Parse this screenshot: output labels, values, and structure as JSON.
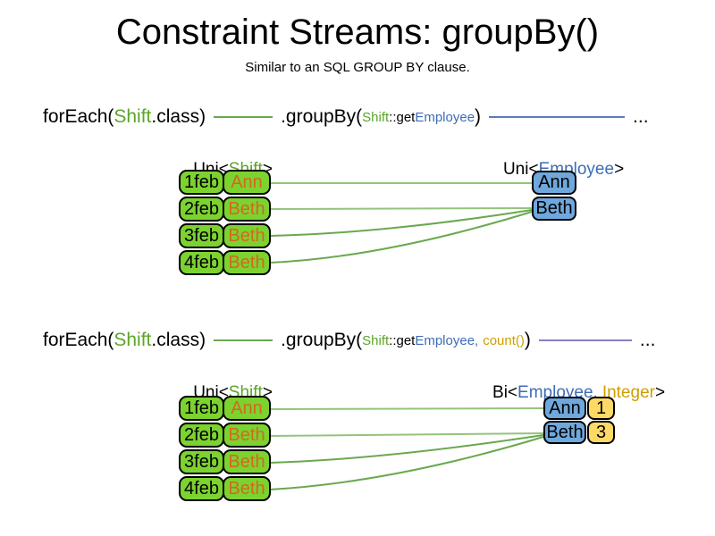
{
  "title": "Constraint Streams: groupBy()",
  "subtitle": "Similar to an SQL GROUP BY clause.",
  "colors": {
    "green_text": "#5ca529",
    "blue_text": "#3d6db5",
    "gold_text": "#cf9e00",
    "orange_text": "#d2691e",
    "green_fill": "#7cd22f",
    "blue_fill": "#6fa8dc",
    "yellow_fill": "#ffd966",
    "line_light_green": "#93c47d",
    "line_green": "#6aa84f",
    "line_blue": "#5c7db8",
    "line_purple": "#8e7cc3"
  },
  "s1": {
    "code": {
      "t1": "forEach(",
      "t2": "Shift",
      "t3": ".class)",
      "t4": ".groupBy(",
      "t5": "Shift",
      "t6": "::get",
      "t7": "Employee",
      "t8": ")",
      "t9": "..."
    },
    "left_label": {
      "pre": "Uni<",
      "type": "Shift",
      "post": ">"
    },
    "right_label": {
      "pre": "Uni<",
      "type": "Employee",
      "post": ">"
    },
    "rows": [
      {
        "date": "1feb",
        "name": "Ann"
      },
      {
        "date": "2feb",
        "name": "Beth"
      },
      {
        "date": "3feb",
        "name": "Beth"
      },
      {
        "date": "4feb",
        "name": "Beth"
      }
    ],
    "groups": [
      {
        "name": "Ann"
      },
      {
        "name": "Beth"
      }
    ]
  },
  "s2": {
    "code": {
      "t1": "forEach(",
      "t2": "Shift",
      "t3": ".class)",
      "t4": ".groupBy(",
      "t5": "Shift",
      "t6": "::get",
      "t7": "Employee",
      "comma": ",",
      "arg2": "count()",
      "t8": ")",
      "t9": "..."
    },
    "left_label": {
      "pre": "Uni<",
      "type": "Shift",
      "post": ">"
    },
    "right_label": {
      "pre": "Bi<",
      "type1": "Employee",
      "comma": ",",
      "type2": "Integer",
      "post": ">"
    },
    "rows": [
      {
        "date": "1feb",
        "name": "Ann"
      },
      {
        "date": "2feb",
        "name": "Beth"
      },
      {
        "date": "3feb",
        "name": "Beth"
      },
      {
        "date": "4feb",
        "name": "Beth"
      }
    ],
    "groups": [
      {
        "name": "Ann",
        "count": "1"
      },
      {
        "name": "Beth",
        "count": "3"
      }
    ]
  }
}
